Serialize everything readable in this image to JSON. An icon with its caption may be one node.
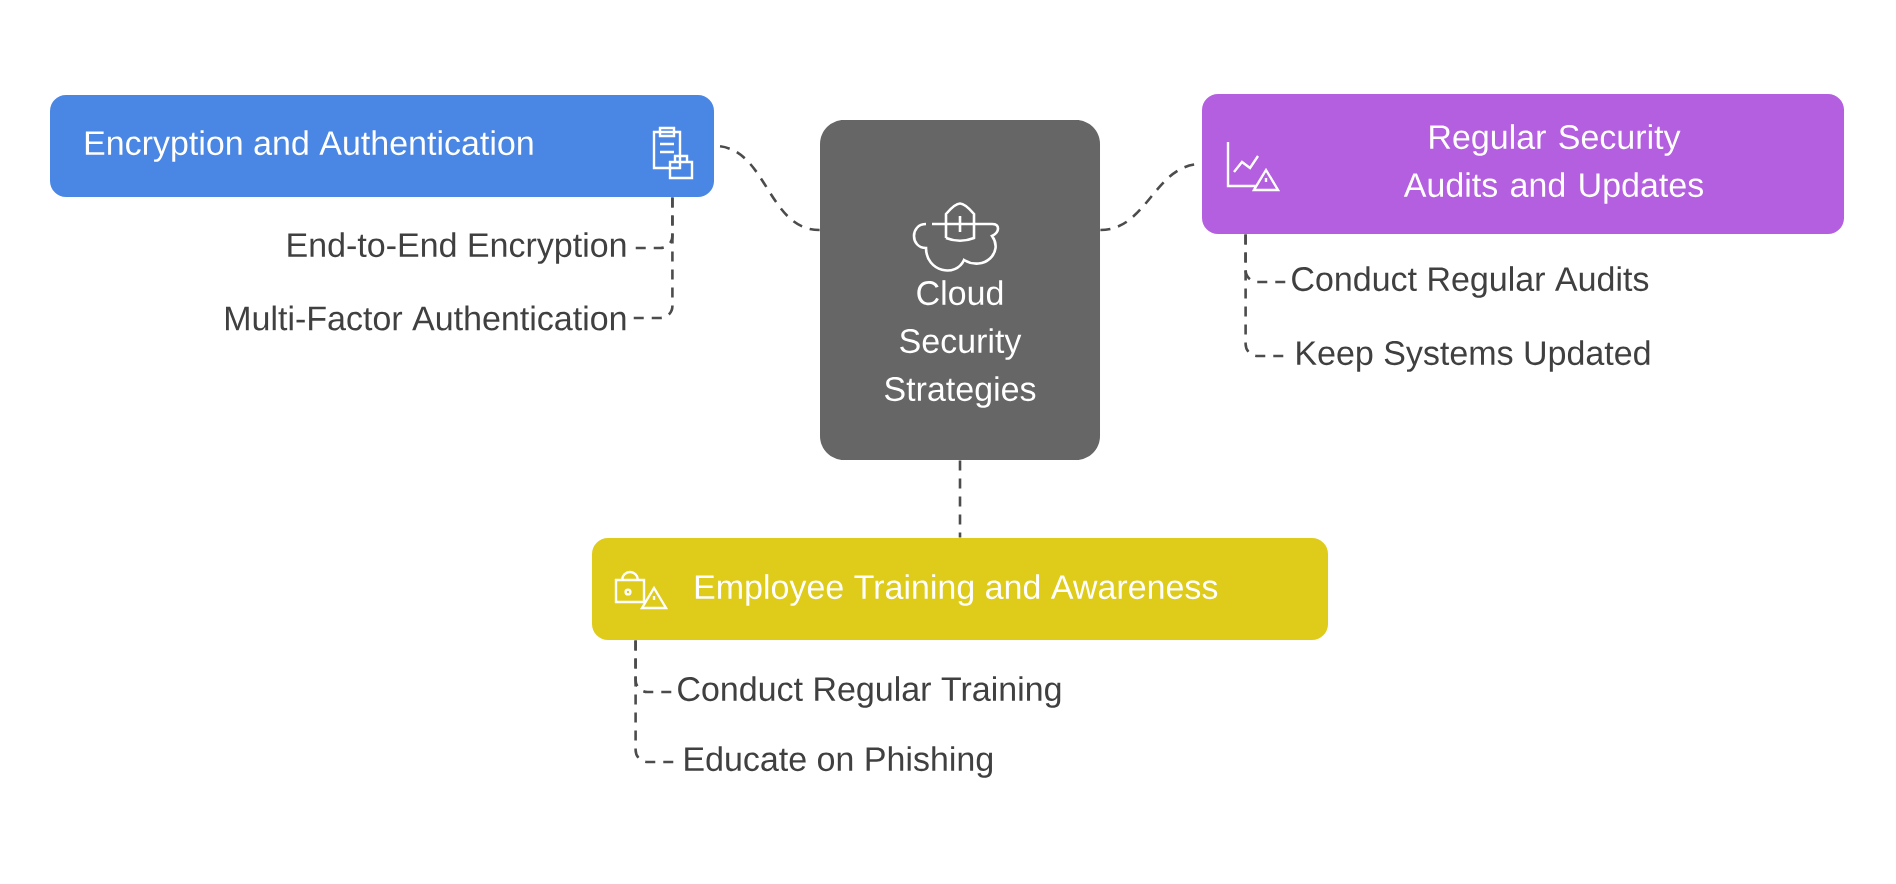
{
  "diagram": {
    "nodes": [
      {
        "text": [
          "Cloud Security Strategies"
        ]
      },
      {
        "text": [
          "Encryption and Authentication"
        ]
      },
      {
        "text": [
          "End-to-End Encryption"
        ]
      },
      {
        "text": [
          "Multi-Factor Authentication"
        ]
      },
      {
        "text": [
          "Regular Security Audits and Updates"
        ]
      },
      {
        "text": [
          "Conduct Regular Audits"
        ]
      },
      {
        "text": [
          "Keep Systems Updated"
        ]
      },
      {
        "text": [
          "Employee Training and Awareness"
        ]
      },
      {
        "text": [
          "Conduct Regular Training"
        ]
      },
      {
        "text": [
          "Educate on Phishing"
        ]
      }
    ],
    "edges": [
      {
        "from": 0,
        "to": 1,
        "arrow": "none",
        "style": "dashed"
      },
      {
        "from": 1,
        "to": 2,
        "arrow": "none",
        "style": "dashed"
      },
      {
        "from": 1,
        "to": 3,
        "arrow": "none",
        "style": "dashed"
      },
      {
        "from": 0,
        "to": 4,
        "arrow": "none",
        "style": "dashed"
      },
      {
        "from": 4,
        "to": 5,
        "arrow": "none",
        "style": "dashed"
      },
      {
        "from": 4,
        "to": 6,
        "arrow": "none",
        "style": "dashed"
      },
      {
        "from": 0,
        "to": 7,
        "arrow": "none",
        "style": "dashed"
      },
      {
        "from": 7,
        "to": 8,
        "arrow": "none",
        "style": "dashed"
      },
      {
        "from": 7,
        "to": 9,
        "arrow": "none",
        "style": "dashed"
      }
    ]
  }
}
